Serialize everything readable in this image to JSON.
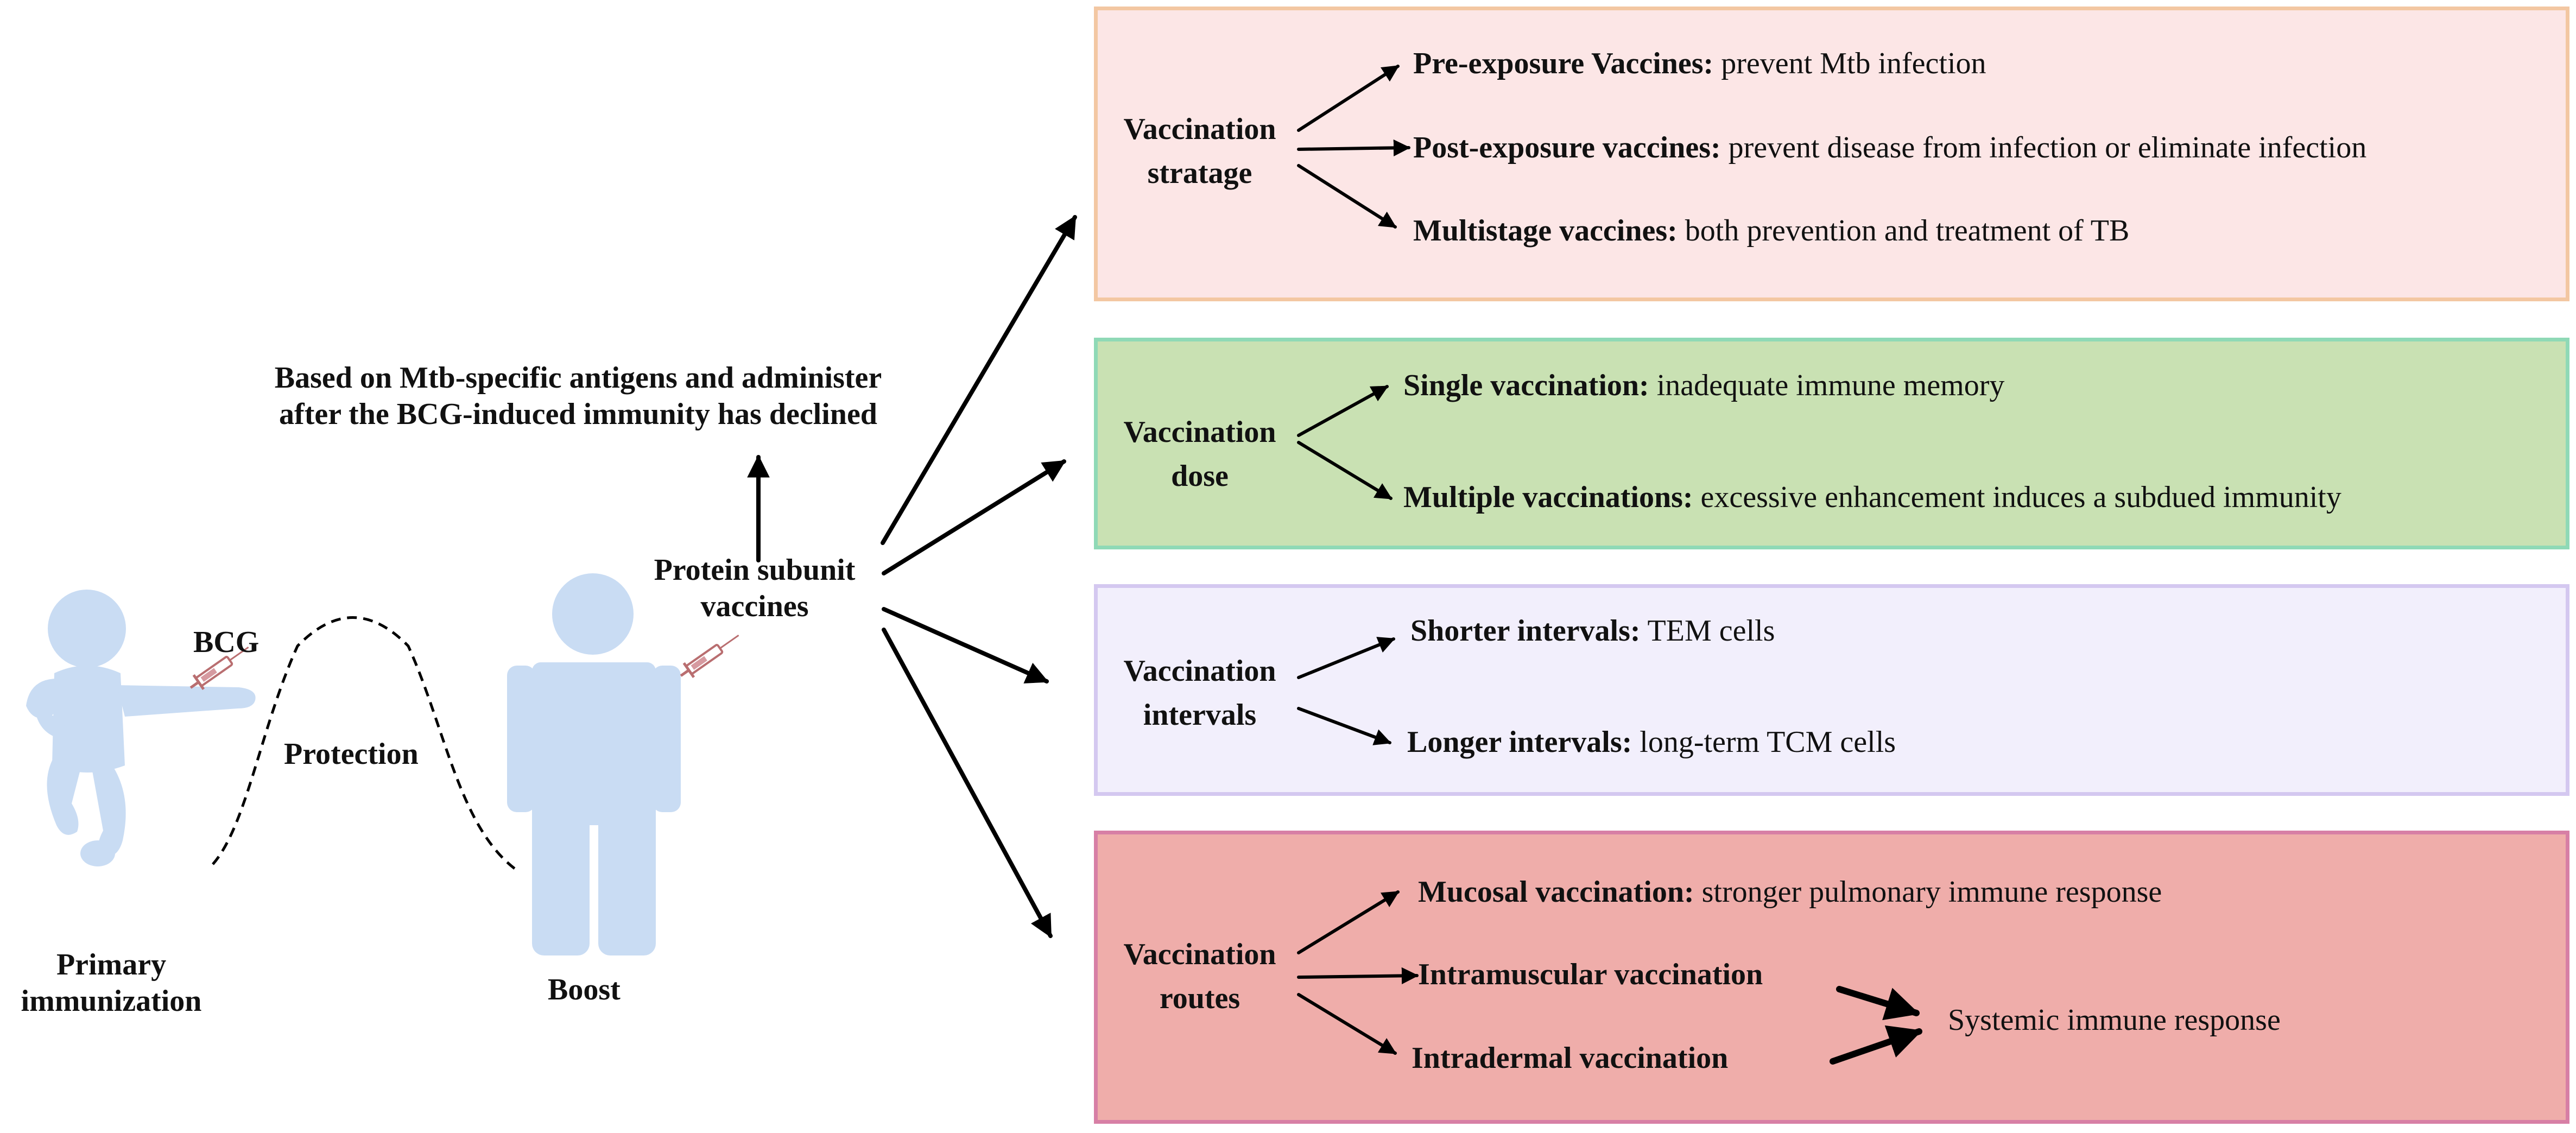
{
  "colors": {
    "figure_blue": "#c9dcf3",
    "arrow": "#000000",
    "panel_strategy_fill": "#fce6e6",
    "panel_strategy_border": "#f3c7a2",
    "panel_dose_fill": "#c9e1b3",
    "panel_dose_border": "#8fd9b6",
    "panel_intervals_fill": "#f2effc",
    "panel_intervals_border": "#d4c8f0",
    "panel_routes_fill": "#efadaa",
    "panel_routes_border": "#d77fa5",
    "syringe": "#b96e70"
  },
  "left": {
    "infant_caption_1": "Primary",
    "infant_caption_2": "immunization",
    "bcg_label": "BCG",
    "protection_label": "Protection",
    "adult_caption": "Boost",
    "hub_label_1": "Protein subunit",
    "hub_label_2": "vaccines",
    "top_note_1": "Based on Mtb-specific antigens and  administer",
    "top_note_2": "after the BCG-induced immunity has declined",
    "infant_icon": "infant-silhouette-icon",
    "adult_icon": "adult-silhouette-icon",
    "syringe_icon": "syringe-icon"
  },
  "panels": {
    "strategy": {
      "label_1": "Vaccination",
      "label_2": "stratage",
      "items": [
        {
          "bold": "Pre-exposure Vaccines:",
          "text": " prevent Mtb infection"
        },
        {
          "bold": "Post-exposure vaccines:",
          "text": " prevent disease from infection or eliminate infection"
        },
        {
          "bold": "Multistage vaccines:",
          "text": "  both prevention and treatment of TB"
        }
      ]
    },
    "dose": {
      "label_1": "Vaccination",
      "label_2": "dose",
      "items": [
        {
          "bold": "Single vaccination:",
          "text": " inadequate immune memory"
        },
        {
          "bold": "Multiple vaccinations:",
          "text": " excessive enhancement induces a subdued immunity"
        }
      ]
    },
    "intervals": {
      "label_1": "Vaccination",
      "label_2": "intervals",
      "items": [
        {
          "bold": "Shorter intervals:",
          "text": " TEM cells"
        },
        {
          "bold": "Longer intervals:",
          "text": " long-term TCM cells"
        }
      ]
    },
    "routes": {
      "label_1": "Vaccination",
      "label_2": "routes",
      "items": [
        {
          "bold": "Mucosal vaccination:",
          "text": " stronger pulmonary immune response"
        },
        {
          "bold": "Intramuscular vaccination",
          "text": ""
        },
        {
          "bold": "Intradermal vaccination",
          "text": ""
        }
      ],
      "outcome": "Systemic immune response"
    }
  }
}
